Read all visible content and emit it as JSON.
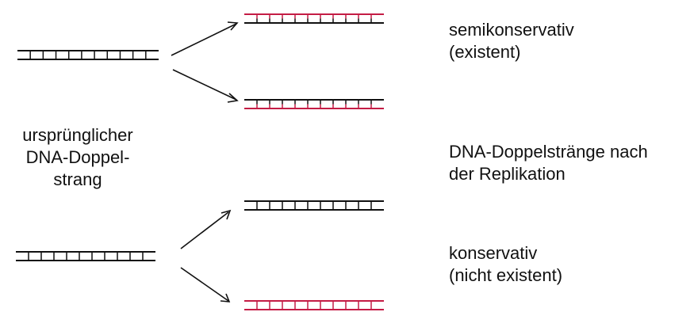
{
  "colors": {
    "old_strand": "#111111",
    "new_strand": "#c41c45"
  },
  "labels": {
    "original_strand": [
      "ursprünglicher",
      "DNA-Doppel-",
      "strang"
    ],
    "semiconservative": [
      "semikonservativ",
      "(existent)"
    ],
    "after_replication": [
      "DNA-Doppelstränge nach",
      "der Replikation"
    ],
    "conservative": [
      "konservativ",
      "(nicht existent)"
    ]
  },
  "models": [
    {
      "name": "semikonservativ",
      "products": [
        {
          "top_strand": "new",
          "bottom_strand": "old"
        },
        {
          "top_strand": "old",
          "bottom_strand": "new"
        }
      ]
    },
    {
      "name": "konservativ",
      "products": [
        {
          "top_strand": "old",
          "bottom_strand": "old"
        },
        {
          "top_strand": "new",
          "bottom_strand": "new"
        }
      ]
    }
  ]
}
